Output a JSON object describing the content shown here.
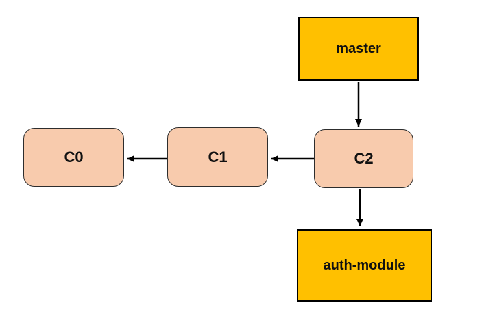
{
  "diagram": {
    "kind": "git-branch-diagram",
    "background": "#FFFFFF",
    "colors": {
      "branch_fill": "#FFC000",
      "commit_fill": "#F8CBAD",
      "outline": "#000000",
      "arrow": "#000000",
      "label_text": "#111111"
    },
    "nodes": [
      {
        "id": "master",
        "label": "master",
        "kind": "branch-pointer"
      },
      {
        "id": "C0",
        "label": "C0",
        "kind": "commit"
      },
      {
        "id": "C1",
        "label": "C1",
        "kind": "commit"
      },
      {
        "id": "C2",
        "label": "C2",
        "kind": "commit"
      },
      {
        "id": "auth-module",
        "label": "auth-module",
        "kind": "branch-pointer"
      }
    ],
    "edges": [
      {
        "from": "master",
        "to": "C2"
      },
      {
        "from": "C2",
        "to": "C1"
      },
      {
        "from": "C1",
        "to": "C0"
      },
      {
        "from": "C2",
        "to": "auth-module"
      }
    ]
  }
}
